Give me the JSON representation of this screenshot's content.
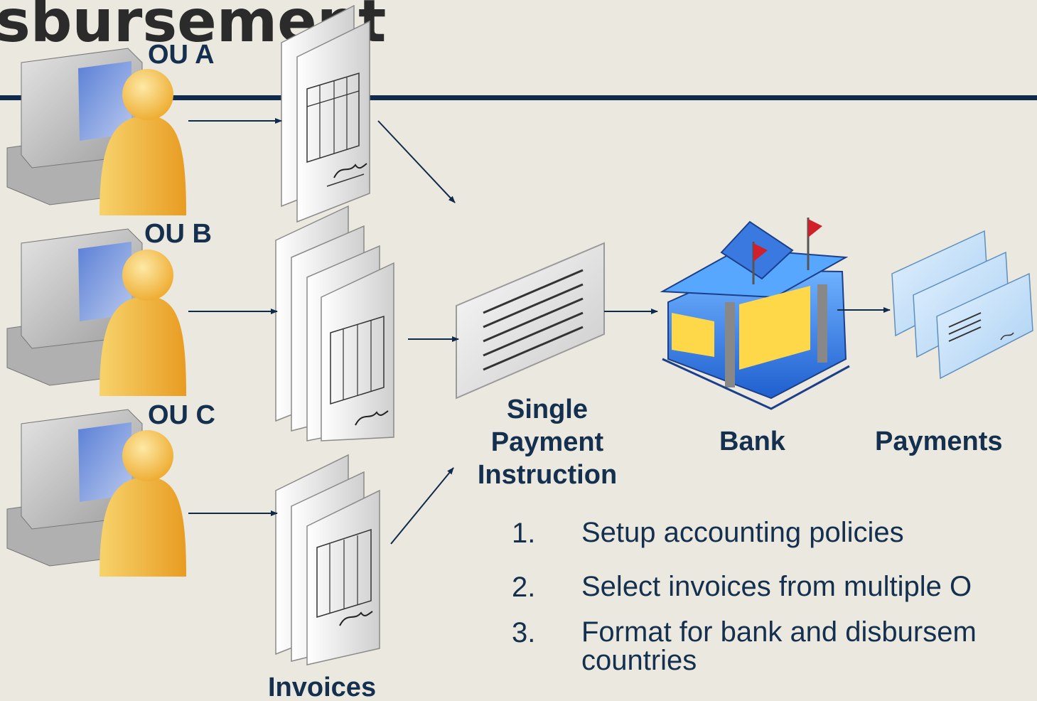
{
  "title": "sbursement",
  "units": [
    "OU A",
    "OU B",
    "OU C"
  ],
  "labels": {
    "invoices": "Invoices",
    "instruction": [
      "Single",
      "Payment",
      "Instruction"
    ],
    "bank": "Bank",
    "payments": "Payments"
  },
  "steps": [
    {
      "num": "1.",
      "text": "Setup accounting policies"
    },
    {
      "num": "2.",
      "text": "Select invoices from multiple O"
    },
    {
      "num": "3.",
      "text": "Format for bank and disbursem",
      "text2": "countries"
    }
  ],
  "colors": {
    "navy": "#0f2a4a",
    "background": "#ebe9df",
    "person": "#f2b33a",
    "bank_blue": "#3d7fe0",
    "flag": "#d0202a"
  }
}
